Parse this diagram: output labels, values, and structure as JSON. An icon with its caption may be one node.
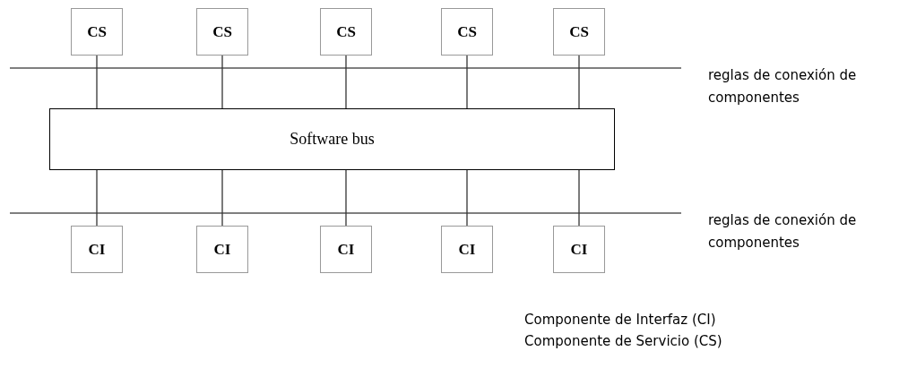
{
  "diagram": {
    "nodes": [
      {
        "text": [
          "CS"
        ]
      },
      {
        "text": [
          "CS"
        ]
      },
      {
        "text": [
          "CS"
        ]
      },
      {
        "text": [
          "CS"
        ]
      },
      {
        "text": [
          "CS"
        ]
      },
      {
        "text": [
          "Software bus"
        ]
      },
      {
        "text": [
          "CI"
        ]
      },
      {
        "text": [
          "CI"
        ]
      },
      {
        "text": [
          "CI"
        ]
      },
      {
        "text": [
          "CI"
        ]
      },
      {
        "text": [
          "CI"
        ]
      }
    ],
    "edges": [
      {
        "from": 0,
        "to": 5,
        "arrow": "none"
      },
      {
        "from": 1,
        "to": 5,
        "arrow": "none"
      },
      {
        "from": 2,
        "to": 5,
        "arrow": "none"
      },
      {
        "from": 3,
        "to": 5,
        "arrow": "none"
      },
      {
        "from": 4,
        "to": 5,
        "arrow": "none"
      },
      {
        "from": 5,
        "to": 6,
        "arrow": "none"
      },
      {
        "from": 5,
        "to": 7,
        "arrow": "none"
      },
      {
        "from": 5,
        "to": 8,
        "arrow": "none"
      },
      {
        "from": 5,
        "to": 9,
        "arrow": "none"
      },
      {
        "from": 5,
        "to": 10,
        "arrow": "none"
      }
    ],
    "labels": [
      "reglas de conexión de componentes",
      "reglas de conexión de componentes",
      "Componente de Interfaz (CI)",
      "Componente de Servicio (CS)"
    ]
  }
}
